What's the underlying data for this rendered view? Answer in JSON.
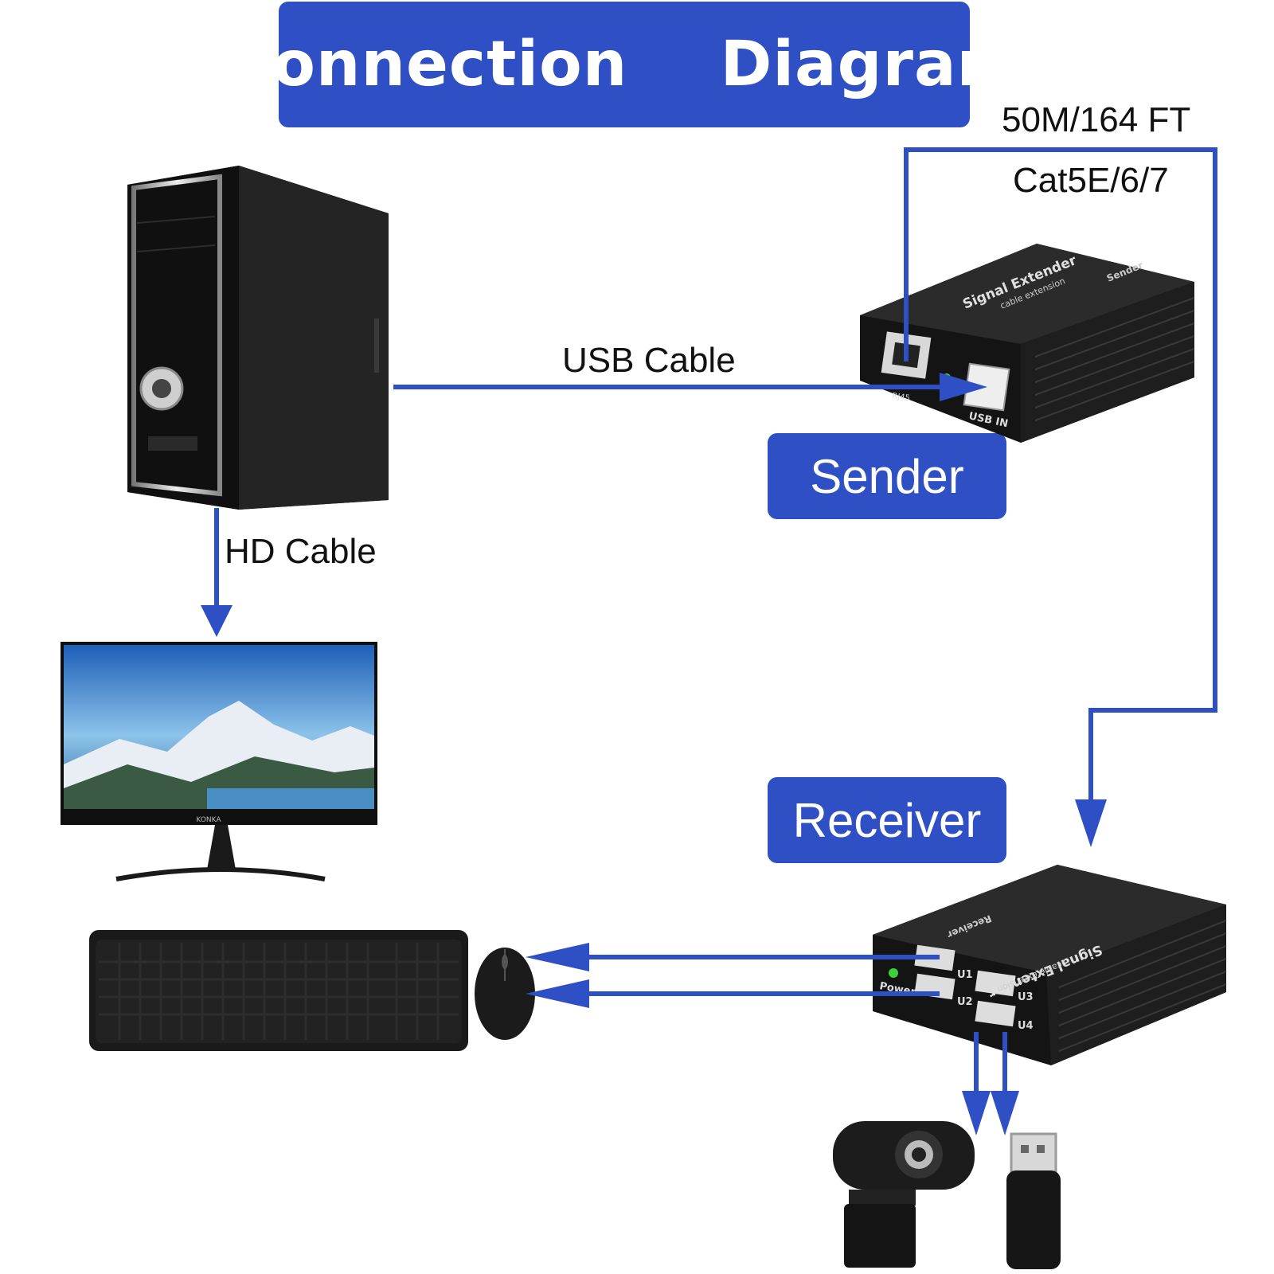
{
  "title": "Connection  Diagram",
  "cable_length": "50M/164 FT",
  "cable_type": "Cat5E/6/7",
  "usb_cable_label": "USB Cable",
  "hd_cable_label": "HD Cable",
  "sender_label": "Sender",
  "receiver_label": "Receiver",
  "sender_device": {
    "brand": "Signal Extender",
    "subtitle": "cable extension",
    "side_label": "Sender",
    "port_rj45": "RJ45",
    "port_usb": "USB IN"
  },
  "receiver_device": {
    "brand": "Signal Extender",
    "subtitle": "cable extension",
    "side_label": "Receiver",
    "power_label": "Power",
    "ports": [
      "U1",
      "U2",
      "U3",
      "U4"
    ]
  },
  "monitor_brand": "KONKA",
  "colors": {
    "accent": "#2f4fc4",
    "line": "#2f4fc4",
    "device": "#1a1a1a",
    "led": "#3bd13b"
  },
  "icons": [
    "computer-tower-icon",
    "monitor-icon",
    "keyboard-icon",
    "mouse-icon",
    "webcam-icon",
    "usb-flash-drive-icon"
  ]
}
